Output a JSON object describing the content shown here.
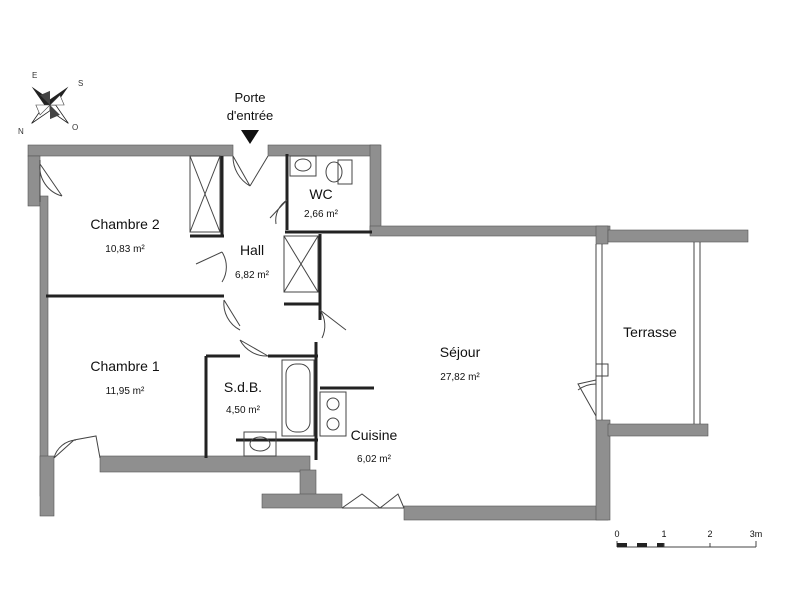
{
  "compass": {
    "letters": [
      "N",
      "E",
      "S",
      "O"
    ]
  },
  "entrance": {
    "line1": "Porte",
    "line2": "d'entrée"
  },
  "rooms": [
    {
      "name": "Chambre 2",
      "area": "10,83 m²"
    },
    {
      "name": "Hall",
      "area": "6,82 m²"
    },
    {
      "name": "WC",
      "area": "2,66 m²"
    },
    {
      "name": "Séjour",
      "area": "27,82 m²"
    },
    {
      "name": "Terrasse",
      "area": ""
    },
    {
      "name": "Chambre 1",
      "area": "11,95 m²"
    },
    {
      "name": "S.d.B.",
      "area": "4,50 m²"
    },
    {
      "name": "Cuisine",
      "area": "6,02 m²"
    }
  ],
  "scale": {
    "ticks": [
      "0",
      "1",
      "2",
      "3m"
    ]
  }
}
